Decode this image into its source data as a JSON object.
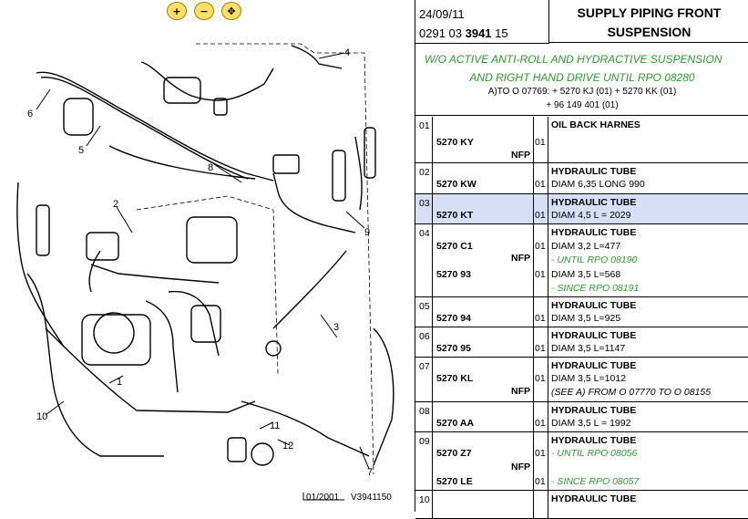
{
  "toolbar": {
    "zoom_in": "+",
    "zoom_out": "−",
    "zoom_fit": "✥"
  },
  "diagram": {
    "callouts": [
      "1",
      "2",
      "3",
      "4",
      "5",
      "6",
      "7",
      "8",
      "9",
      "10",
      "11",
      "12"
    ],
    "footer_date": "01/2001",
    "footer_code": "V3941150"
  },
  "header": {
    "date": "24/09/11",
    "ref_pre": "0291 03 ",
    "ref_bold": "3941",
    "ref_post": " 15",
    "title_l1": "SUPPLY PIPING FRONT",
    "title_l2": "SUSPENSION"
  },
  "subheader": {
    "l1": "W/O ACTIVE ANTI-ROLL AND HYDRACTIVE SUSPENSION",
    "l2": "AND RIGHT HAND DRIVE UNTIL RPO 08280",
    "l3": "A)TO O 07769: + 5270 KJ (01) + 5270 KK (01)",
    "l4": "+ 96 149 401 (01)"
  },
  "rows": [
    {
      "idx": "01",
      "refs": [
        "5270 KY"
      ],
      "nfp": "NFP",
      "qtys": [
        "01"
      ],
      "title": "OIL BACK HARNES",
      "lines": []
    },
    {
      "idx": "02",
      "refs": [
        "5270 KW"
      ],
      "nfp": "",
      "qtys": [
        "01"
      ],
      "title": "HYDRAULIC TUBE",
      "lines": [
        "DIAM 6,35 LONG 990"
      ]
    },
    {
      "idx": "03",
      "refs": [
        "5270 KT"
      ],
      "nfp": "",
      "qtys": [
        "01"
      ],
      "title": "HYDRAULIC TUBE",
      "lines": [
        "DIAM 4,5 L = 2029"
      ]
    },
    {
      "idx": "04",
      "refs": [
        "5270 C1",
        "5270 93"
      ],
      "nfp": "NFP",
      "qtys": [
        "01",
        "01"
      ],
      "title": "HYDRAULIC TUBE",
      "lines": [
        "DIAM 3,2 L=477",
        "- UNTIL RPO 08190",
        "DIAM 3,5 L=568",
        "- SINCE RPO 08191"
      ]
    },
    {
      "idx": "05",
      "refs": [
        "5270 94"
      ],
      "nfp": "",
      "qtys": [
        "01"
      ],
      "title": "HYDRAULIC TUBE",
      "lines": [
        "DIAM 3,5 L=925"
      ]
    },
    {
      "idx": "06",
      "refs": [
        "5270 95"
      ],
      "nfp": "",
      "qtys": [
        "01"
      ],
      "title": "HYDRAULIC TUBE",
      "lines": [
        "DIAM 3,5 L=1147"
      ]
    },
    {
      "idx": "07",
      "refs": [
        "5270 KL"
      ],
      "nfp": "NFP",
      "qtys": [
        "01"
      ],
      "title": "HYDRAULIC TUBE",
      "lines": [
        "DIAM 3,5 L=1012",
        "(SEE A) FROM O 07770 TO O 08155"
      ]
    },
    {
      "idx": "08",
      "refs": [
        "5270 AA"
      ],
      "nfp": "",
      "qtys": [
        "01"
      ],
      "title": "HYDRAULIC TUBE",
      "lines": [
        "DIAM 3,5 L = 1992"
      ]
    },
    {
      "idx": "09",
      "refs": [
        "5270 Z7",
        "5270 LE"
      ],
      "nfp": "NFP",
      "qtys": [
        "01",
        "01"
      ],
      "title": "HYDRAULIC TUBE",
      "lines": [
        "- UNTIL RPO 08056",
        "- SINCE RPO 08057"
      ]
    },
    {
      "idx": "10",
      "refs": [],
      "nfp": "",
      "qtys": [],
      "title": "HYDRAULIC TUBE",
      "lines": []
    }
  ],
  "colors": {
    "green": "#2e9b2e",
    "highlight": "#d6dff5"
  }
}
